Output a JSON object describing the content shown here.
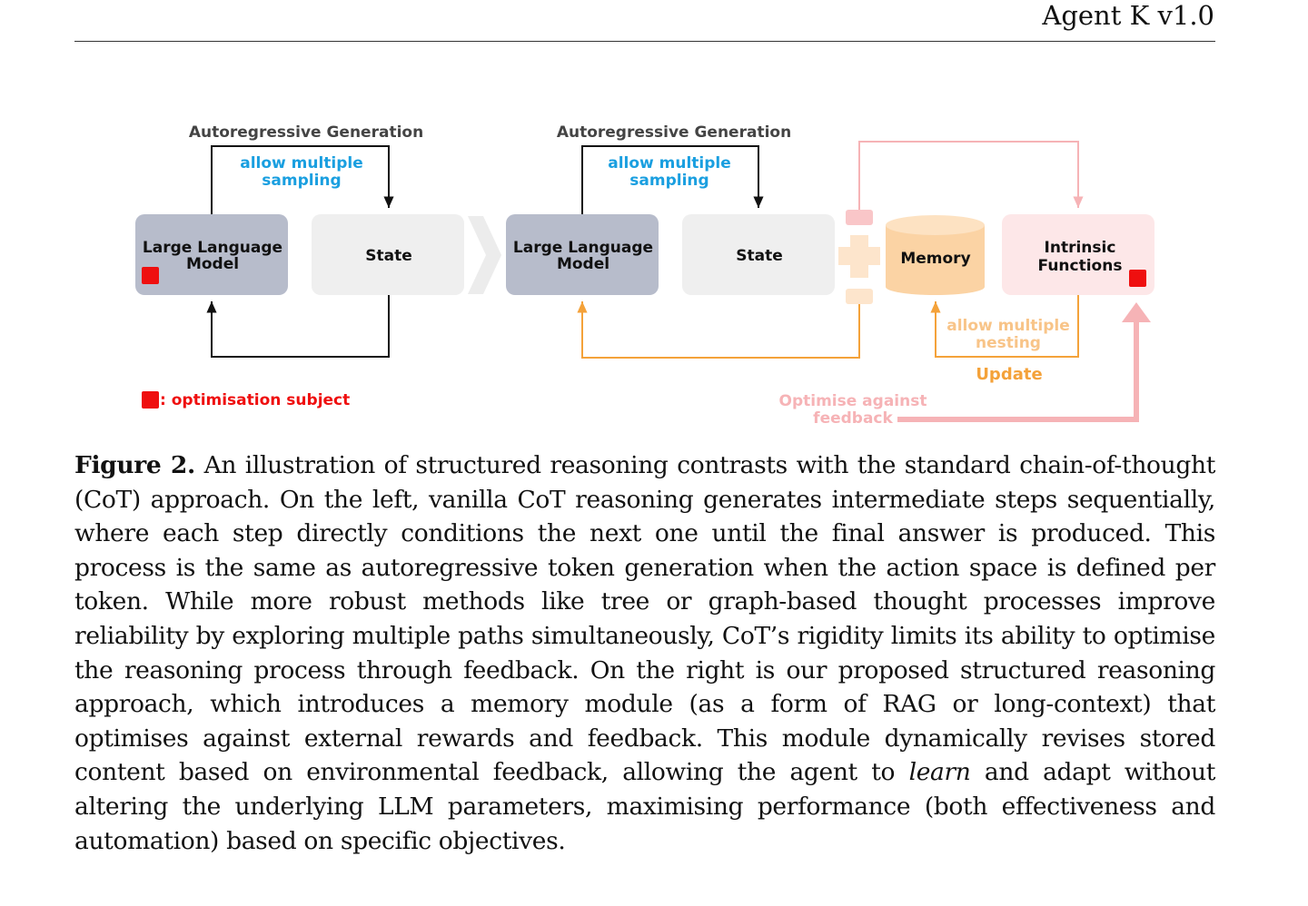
{
  "header": {
    "title": "Agent K v1.0"
  },
  "figure": {
    "left_panel": {
      "top_label": "Autoregressive Generation",
      "sampling_label_line1": "allow multiple",
      "sampling_label_line2": "sampling",
      "llm_line1": "Large Language",
      "llm_line2": "Model",
      "state_label": "State"
    },
    "right_panel": {
      "top_label": "Autoregressive Generation",
      "sampling_label_line1": "allow multiple",
      "sampling_label_line2": "sampling",
      "llm_line1": "Large Language",
      "llm_line2": "Model",
      "state_label": "State",
      "memory_label": "Memory",
      "intrinsic_line1": "Intrinsic",
      "intrinsic_line2": "Functions",
      "nesting_line1": "allow multiple",
      "nesting_line2": "nesting",
      "update_label": "Update",
      "optimise_line1": "Optimise against",
      "optimise_line2": "feedback"
    },
    "legend_label": ": optimisation subject",
    "colors": {
      "llm_box": "#b7bccb",
      "state_box": "#efefef",
      "memory": "#fbd3a4",
      "intrinsic_box": "#fde7e8",
      "sampling_text": "#1a9fe0",
      "orange": "#f4a23a",
      "pink": "#f6b3b6",
      "red": "#ef0f0f"
    }
  },
  "caption": {
    "label": "Figure 2.",
    "text_before_learn": "An illustration of structured reasoning contrasts with the standard chain-of-thought (CoT) approach.  On the left, vanilla CoT reasoning generates intermediate steps sequentially, where each step directly conditions the next one until the final answer is pro­duced. This process is the same as autoregressive token generation when the action space is defined per token.  While more robust methods like tree or graph-based thought pro­cesses improve reliability by exploring multiple paths simultaneously, CoT’s rigidity limits its ability to optimise the reasoning process through feedback. On the right is our proposed structured reasoning approach, which introduces a memory module (as a form of RAG or long-context) that optimises against external rewards and feedback. This module dynam­ically revises stored content based on environmental feedback, allowing the agent to",
    "emphasis": "learn",
    "text_after_learn": "and adapt without altering the underlying LLM parameters, maximising performance (both effectiveness and automation) based on specific objectives."
  }
}
